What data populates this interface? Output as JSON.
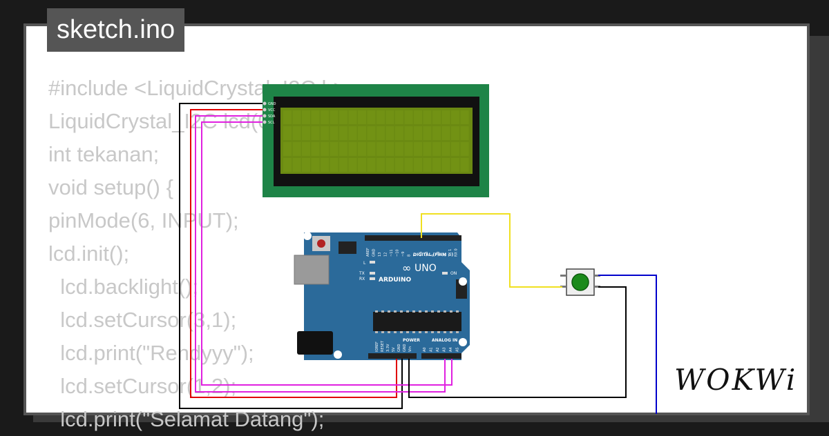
{
  "header": {
    "filename": "sketch.ino"
  },
  "code_lines": [
    "#include <LiquidCrystal_I2C.h>;",
    "LiquidCrystal_I2C lcd(0x27, 20, 4);",
    "int tekanan;",
    "void setup() {",
    "pinMode(6, INPUT);",
    "lcd.init();",
    "  lcd.backlight();",
    "  lcd.setCursor(3,1);",
    "  lcd.print(\"Rendyyy\");",
    "  lcd.setCursor(1,2);",
    "  lcd.print(\"Selamat Datang\");"
  ],
  "lcd": {
    "pins": [
      "GND",
      "VCC",
      "SDA",
      "SCL"
    ]
  },
  "arduino": {
    "brand": "ARDUINO",
    "model": "UNO",
    "digital_label": "DIGITAL (PWM ~)",
    "power_label": "POWER",
    "analog_label": "ANALOG IN",
    "on_label": "ON",
    "tx_label": "TX",
    "rx_label": "RX",
    "l_label": "L",
    "digital_pins": [
      "AREF",
      "GND",
      "13",
      "12",
      "~11",
      "~10",
      "~9",
      "8",
      "7",
      "~6",
      "~5",
      "4",
      "~3",
      "2",
      "TX 1",
      "RX 0"
    ],
    "power_pins": [
      "IOREF",
      "RESET",
      "3.3V",
      "5V",
      "GND",
      "GND",
      "Vin"
    ],
    "analog_pins": [
      "A0",
      "A1",
      "A2",
      "A3",
      "A4",
      "A5"
    ]
  },
  "colors": {
    "background": "#1a1a1a",
    "card": "#ffffff",
    "board": "#2b6a9a",
    "lcd_pcb": "#1e8447",
    "lcd_screen": "#6b8a12",
    "wire_red": "#e00000",
    "wire_black": "#000000",
    "wire_magenta": "#e020e0",
    "wire_yellow": "#f0e020",
    "wire_blue": "#0000cc",
    "button_cap": "#1a8a1a"
  },
  "brand_logo": "WOKWi"
}
